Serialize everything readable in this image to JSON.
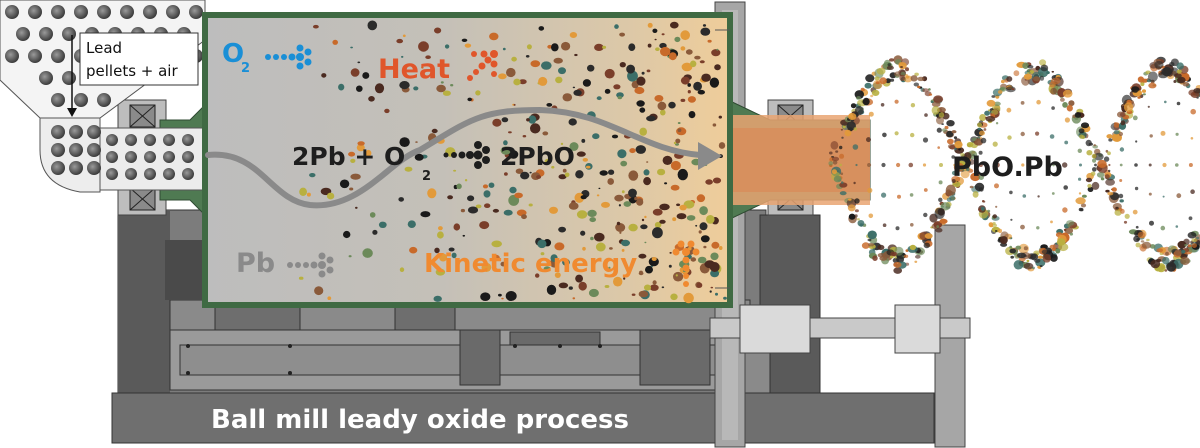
{
  "inlet_label": {
    "line1": "Lead",
    "line2": "pellets + air"
  },
  "labels": {
    "o2": "O",
    "o2_sub": "2",
    "heat": "Heat",
    "pb": "Pb",
    "kinetic": "Kinetic energy",
    "product": "PbO.Pb"
  },
  "equation": {
    "left": "2Pb + O",
    "left_sub": "2",
    "right": "2PbO"
  },
  "caption": "Ball mill leady oxide process",
  "colors": {
    "o2_blue": "#1a8fd6",
    "heat_orange": "#e0562b",
    "kinetic_orange": "#f08a30",
    "pb_gray": "#8a8a8a",
    "frame_green": "#4f7a52",
    "machine_dark": "#4a4a4a",
    "machine_mid": "#7c7c7c",
    "machine_light": "#a9a9a9"
  },
  "icons": [
    "o2-arrow-icon",
    "heat-arrow-icon",
    "pb-arrow-icon",
    "kinetic-arrow-icon",
    "reaction-arrow-icon",
    "flow-arrow-icon",
    "dna-helix-icon"
  ]
}
